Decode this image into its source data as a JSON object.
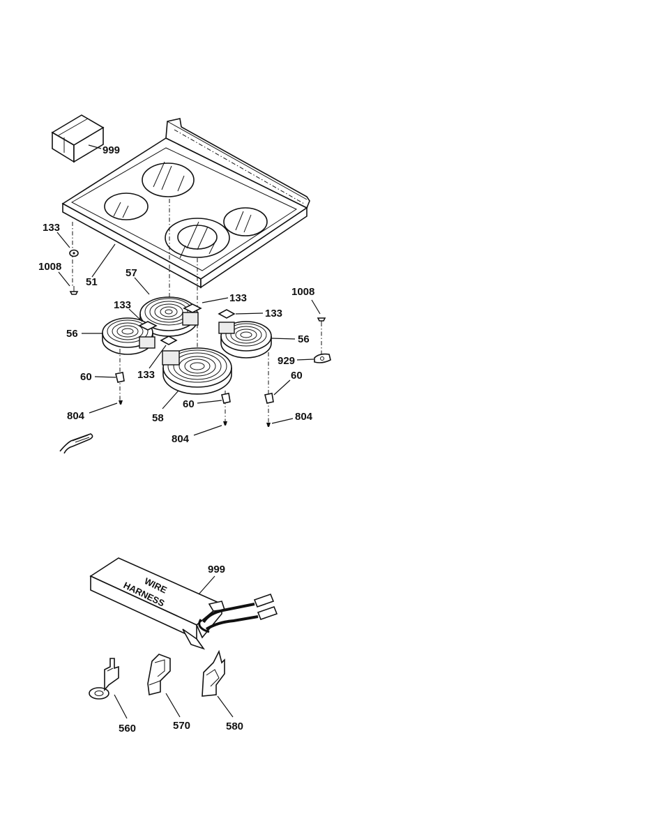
{
  "callouts": {
    "c999_top": "999",
    "c133_left": "133",
    "c1008_left": "1008",
    "c51": "51",
    "c57": "57",
    "c133_a": "133",
    "c133_b": "133",
    "c133_c": "133",
    "c133_d": "133",
    "c1008_right": "1008",
    "c56_left": "56",
    "c56_right": "56",
    "c929": "929",
    "c60_left": "60",
    "c60_mid": "60",
    "c60_right": "60",
    "c58": "58",
    "c804_left": "804",
    "c804_mid": "804",
    "c804_right": "804",
    "c999_bottom": "999",
    "c560": "560",
    "c570": "570",
    "c580": "580"
  },
  "harness_box": {
    "line1": "WIRE",
    "line2": "HARNESS"
  }
}
